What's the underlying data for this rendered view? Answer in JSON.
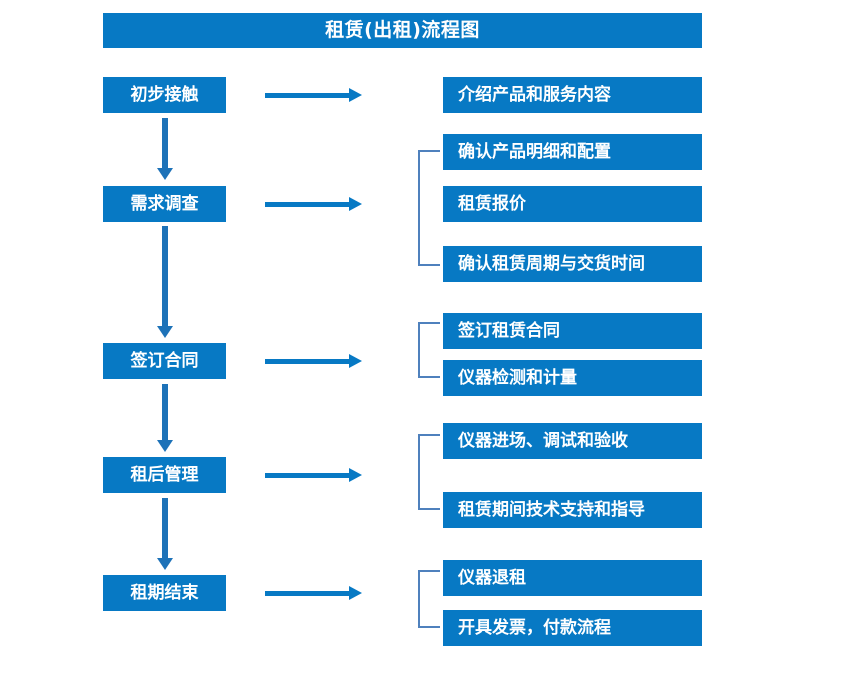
{
  "title": {
    "text": "租赁(出租)流程图"
  },
  "colors": {
    "primary": "#0779C4",
    "arrow": "#1D72B8",
    "bracket": "#4F81BD",
    "text_on_primary": "#FFFFFF",
    "background": "#FFFFFF"
  },
  "stages": [
    {
      "label": "初步接触"
    },
    {
      "label": "需求调查"
    },
    {
      "label": "签订合同"
    },
    {
      "label": "租后管理"
    },
    {
      "label": "租期结束"
    }
  ],
  "details": {
    "group1": [
      {
        "label": "介绍产品和服务内容"
      }
    ],
    "group2": [
      {
        "label": "确认产品明细和配置"
      },
      {
        "label": "租赁报价"
      },
      {
        "label": "确认租赁周期与交货时间"
      }
    ],
    "group3": [
      {
        "label": "签订租赁合同"
      },
      {
        "label": "仪器检测和计量"
      }
    ],
    "group4": [
      {
        "label": "仪器进场、调试和验收"
      },
      {
        "label": "租赁期间技术支持和指导"
      }
    ],
    "group5": [
      {
        "label": "仪器退租"
      },
      {
        "label": "开具发票，付款流程"
      }
    ]
  }
}
